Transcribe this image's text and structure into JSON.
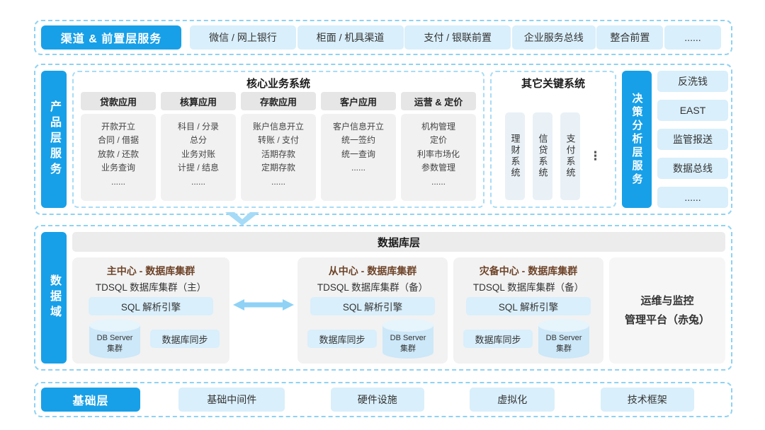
{
  "colors": {
    "accent_blue": "#17A0E8",
    "chip_blue": "#D9EFFB",
    "dashed_border": "#8FD2F3",
    "cluster_title": "#6E4328"
  },
  "channel_layer": {
    "label": "渠道 & 前置层服务",
    "items": [
      "微信 / 网上银行",
      "柜面 / 机具渠道",
      "支付 / 银联前置",
      "企业服务总线",
      "整合前置",
      "......"
    ]
  },
  "product_layer": {
    "label": "产品层服务",
    "core_system": {
      "title": "核心业务系统",
      "columns": [
        {
          "header": "贷款应用",
          "lines": [
            "开款开立",
            "合同 / 借据",
            "放款 / 还款",
            "业务查询",
            "......"
          ]
        },
        {
          "header": "核算应用",
          "lines": [
            "科目 / 分录",
            "总分",
            "业务对账",
            "计提 / 结息",
            "......"
          ]
        },
        {
          "header": "存款应用",
          "lines": [
            "账户信息开立",
            "转账 / 支付",
            "活期存款",
            "定期存款",
            "......"
          ]
        },
        {
          "header": "客户应用",
          "lines": [
            "客户信息开立",
            "统一签约",
            "统一查询",
            "......"
          ]
        },
        {
          "header": "运营 & 定价",
          "lines": [
            "机构管理",
            "定价",
            "利率市场化",
            "参数管理",
            "......"
          ]
        }
      ]
    },
    "other_systems": {
      "title": "其它关键系统",
      "items": [
        "理财系统",
        "信贷系统",
        "支付系统"
      ],
      "more": "⋮"
    }
  },
  "decision_layer": {
    "label": "决策分析层服务",
    "items": [
      "反洗钱",
      "EAST",
      "监管报送",
      "数据总线",
      "......"
    ]
  },
  "data_domain": {
    "label": "数据域",
    "db_layer_title": "数据库层",
    "clusters": [
      {
        "title": "主中心 - 数据库集群",
        "subtitle": "TDSQL 数据库集群（主）",
        "engine": "SQL 解析引擎",
        "server_line1": "DB Server",
        "server_line2": "集群",
        "sync": "数据库同步"
      },
      {
        "title": "从中心 - 数据库集群",
        "subtitle": "TDSQL 数据库集群（备）",
        "engine": "SQL 解析引擎",
        "server_line1": "DB Server",
        "server_line2": "集群",
        "sync": "数据库同步"
      },
      {
        "title": "灾备中心 - 数据库集群",
        "subtitle": "TDSQL 数据库集群（备）",
        "engine": "SQL 解析引擎",
        "server_line1": "DB Server",
        "server_line2": "集群",
        "sync": "数据库同步"
      }
    ],
    "ops_platform": {
      "line1": "运维与监控",
      "line2": "管理平台（赤兔）"
    }
  },
  "base_layer": {
    "label": "基础层",
    "items": [
      "基础中间件",
      "硬件设施",
      "虚拟化",
      "技术框架"
    ]
  }
}
